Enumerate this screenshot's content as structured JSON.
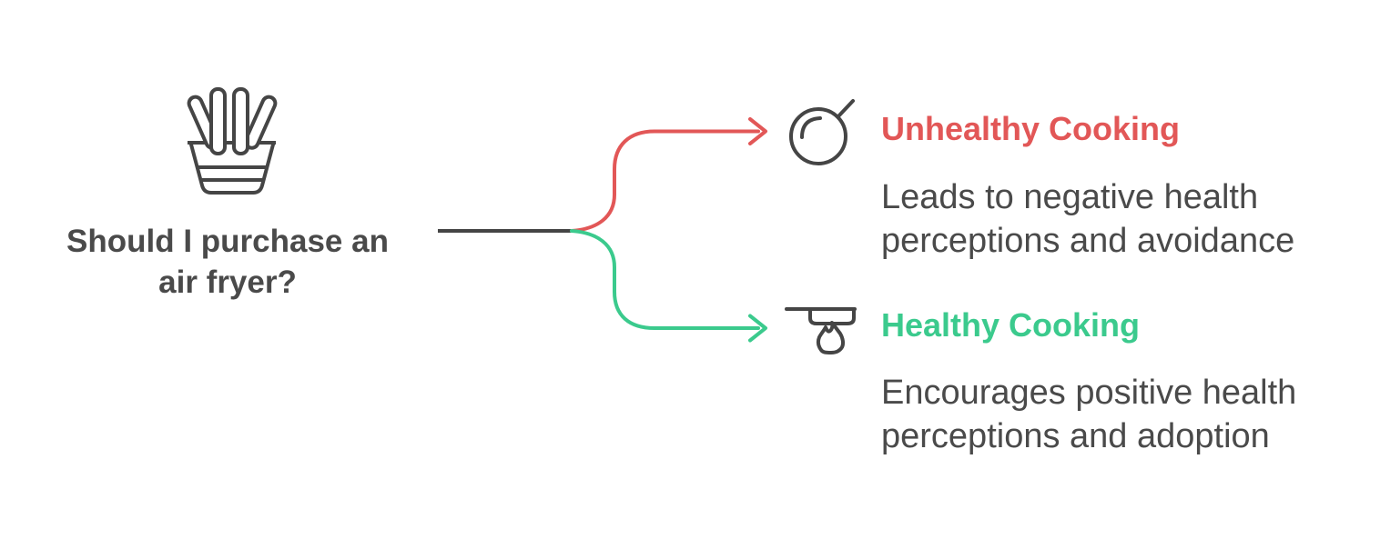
{
  "topic": {
    "icon": "french-fries-icon",
    "question": "Should I purchase an\nair fryer?"
  },
  "branches": [
    {
      "label": "unhealthy",
      "icon": "frying-wok-icon",
      "title": "Unhealthy Cooking",
      "description": "Leads to negative health\nperceptions and avoidance",
      "color": "#e25757"
    },
    {
      "label": "healthy",
      "icon": "pan-over-flame-icon",
      "title": "Healthy Cooking",
      "description": "Encourages positive health\nperceptions and adoption",
      "color": "#3bca8d"
    }
  ],
  "colors": {
    "background": "#ffffff",
    "ink": "#454545",
    "text": "#4a4a4a",
    "red": "#e25757",
    "green": "#3bca8d"
  }
}
